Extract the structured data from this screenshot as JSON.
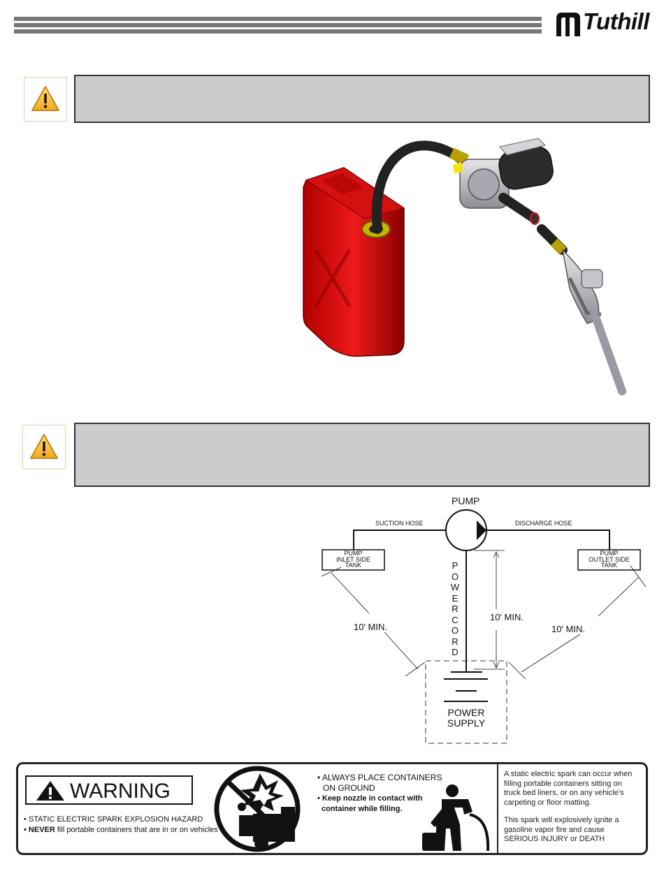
{
  "header": {
    "brand": "Tuthill"
  },
  "cautions": [
    {
      "icon": "warning-triangle-icon",
      "text": ""
    },
    {
      "icon": "warning-triangle-icon",
      "text": ""
    }
  ],
  "illustration": {
    "subject": "pump-nozzle-fuel-can-illustration"
  },
  "diagram": {
    "pump_label": "PUMP",
    "suction_hose": "SUCTION HOSE",
    "discharge_hose": "DISCHARGE HOSE",
    "inlet_tank": [
      "PUMP",
      "INLET SIDE",
      "TANK"
    ],
    "outlet_tank": [
      "PUMP",
      "OUTLET SIDE",
      "TANK"
    ],
    "power_cord": [
      "P",
      "O",
      "W",
      "E",
      "R",
      "C",
      "O",
      "R",
      "D"
    ],
    "dist_left": "10' MIN.",
    "dist_center": "10' MIN.",
    "dist_right": "10' MIN.",
    "power_supply": [
      "POWER",
      "SUPPLY"
    ]
  },
  "warning_label": {
    "title": "WARNING",
    "bullet1": "• STATIC ELECTRIC SPARK EXPLOSION HAZARD",
    "bullet2_strong": "• NEVER",
    "bullet2_rest": " fill portable containers that are in or on vehicles",
    "mid_line1": "• ALWAYS PLACE CONTAINERS",
    "mid_line2": "ON GROUND",
    "mid_line3": "• Keep nozzle in contact with",
    "mid_line4": "container while filling.",
    "right_para1": "A static electric spark can occur when filling portable containers sitting on truck bed liners, or on any vehicle's carpeting or floor matting.",
    "right_para2": "This spark will explosively ignite a gasoline vapor fire and cause SERIOUS INJURY or DEATH"
  }
}
